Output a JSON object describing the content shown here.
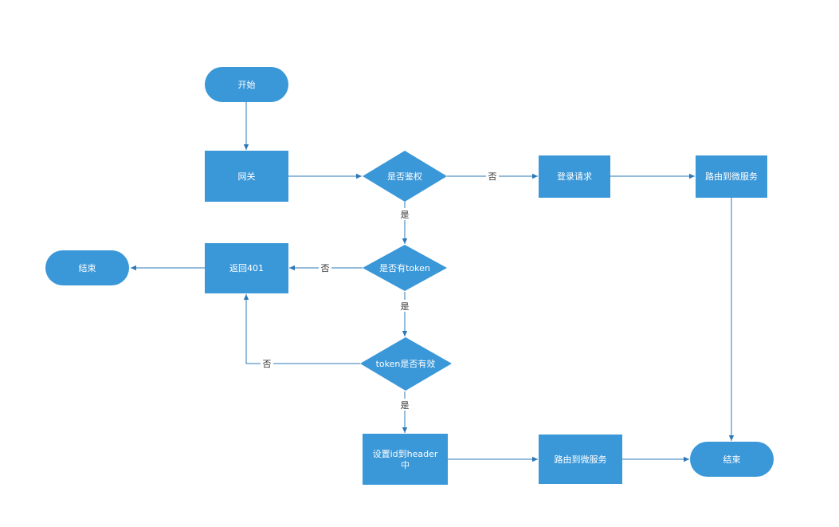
{
  "nodes": {
    "start": "开始",
    "gateway": "网关",
    "need_auth": "是否鉴权",
    "login": "登录请求",
    "route_top": "路由到微服务",
    "end_left": "结束",
    "return401": "返回401",
    "has_token": "是否有token",
    "token_valid": "token是否有效",
    "set_id_line1": "设置id到header",
    "set_id_line2": "中",
    "route_bottom": "路由到微服务",
    "end_right": "结束"
  },
  "edge_labels": {
    "no_auth": "否",
    "yes_auth": "是",
    "no_token": "否",
    "yes_token": "是",
    "invalid": "否",
    "valid": "是"
  },
  "colors": {
    "node_fill": "#3a97d8",
    "edge_stroke": "#2e78b7",
    "label_text": "#333333"
  }
}
